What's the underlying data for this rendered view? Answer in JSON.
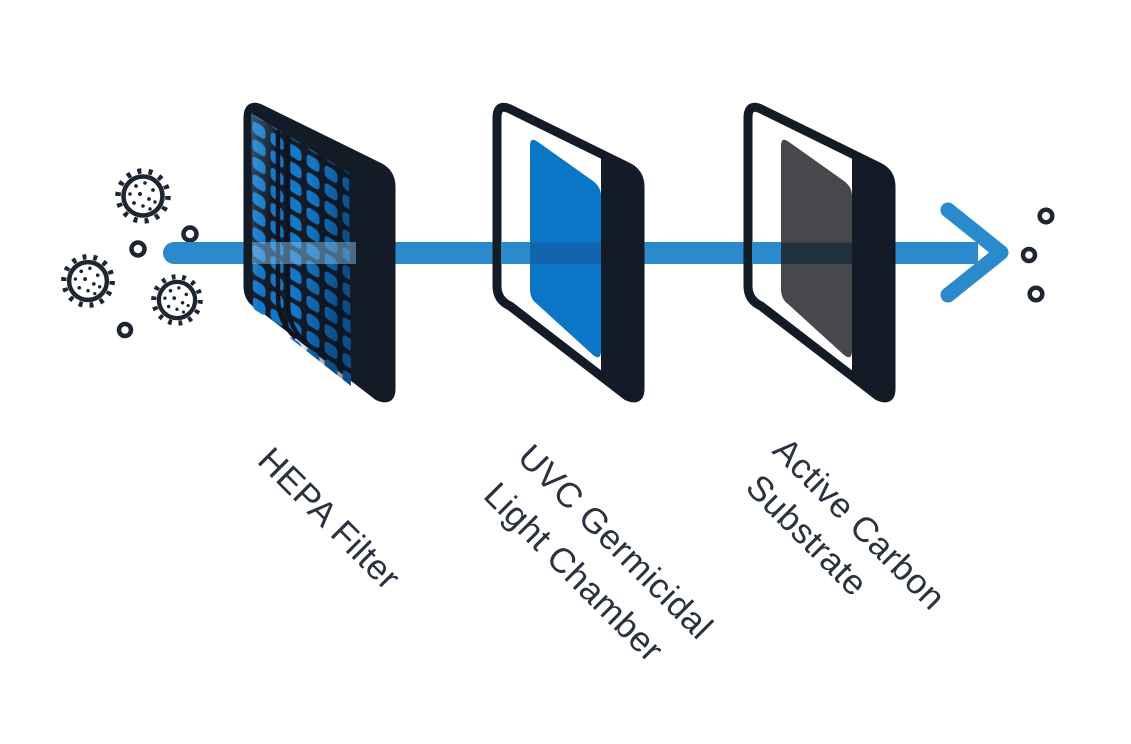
{
  "diagram": {
    "kind": "air-purification-flow",
    "direction": "left-to-right",
    "stages": [
      {
        "id": "hepa-filter",
        "lines": [
          "HEPA Filter"
        ],
        "panel_style": "blue-grid"
      },
      {
        "id": "uvc-germicidal-light-chamber",
        "lines": [
          "UVC Germicidal",
          "Light Chamber"
        ],
        "panel_style": "blue-panel"
      },
      {
        "id": "active-carbon-substrate",
        "lines": [
          "Active Carbon",
          "Substrate"
        ],
        "panel_style": "dark-gray-panel"
      }
    ],
    "inlet_particles": {
      "virus_icon_count": 3,
      "dot_icon_count": 3
    },
    "outlet_particles": {
      "dot_icon_count": 3
    },
    "colors": {
      "background": "#ffffff",
      "flow_blue": "#2b8acb",
      "outline_dark": "#131b27",
      "particle_dark": "#1e2533",
      "label_text": "#2a3140",
      "hepa_cell_blue": "#1478c9",
      "uvc_panel_blue": "#0b76c5",
      "uvc_beam_band": "#1164ad",
      "carbon_panel_gray": "#47484c",
      "carbon_beam_band": "#20303f"
    }
  }
}
